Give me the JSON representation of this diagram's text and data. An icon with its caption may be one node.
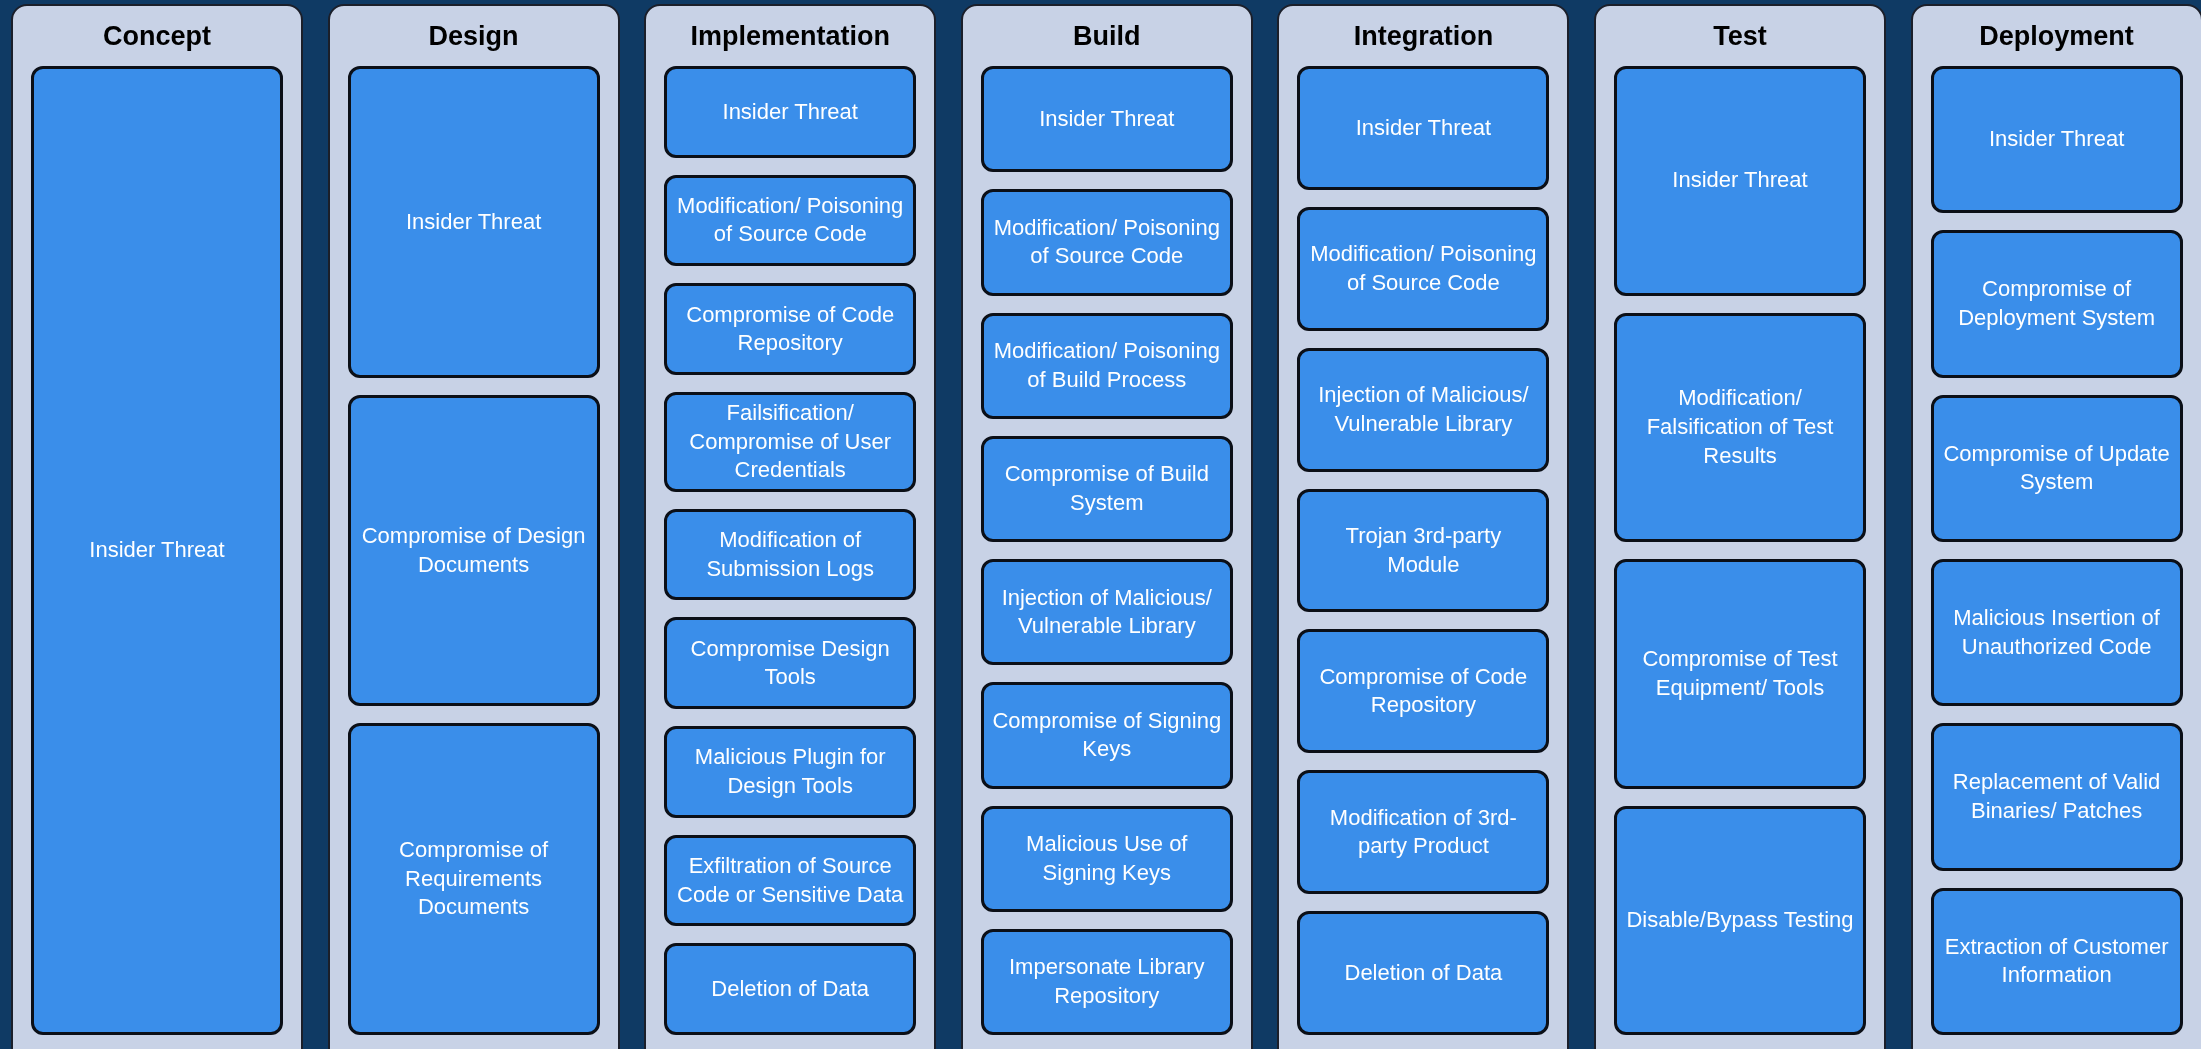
{
  "diagram": {
    "nodes": [
      {
        "text": [
          "Concept"
        ]
      },
      {
        "text": [
          "Insider Threat"
        ],
        "in": 0
      },
      {
        "text": [
          "Design"
        ]
      },
      {
        "text": [
          "Insider Threat"
        ],
        "in": 2
      },
      {
        "text": [
          "Compromise of Design Documents"
        ],
        "in": 2
      },
      {
        "text": [
          "Compromise of Requirements Documents"
        ],
        "in": 2
      },
      {
        "text": [
          "Implementation"
        ]
      },
      {
        "text": [
          "Insider Threat"
        ],
        "in": 6
      },
      {
        "text": [
          "Modification/ Poisoning of Source Code"
        ],
        "in": 6
      },
      {
        "text": [
          "Compromise of Code Repository"
        ],
        "in": 6
      },
      {
        "text": [
          "Failsification/ Compromise of User Credentials"
        ],
        "in": 6
      },
      {
        "text": [
          "Modification of Submission Logs"
        ],
        "in": 6
      },
      {
        "text": [
          "Compromise Design Tools"
        ],
        "in": 6
      },
      {
        "text": [
          "Malicious Plugin for Design Tools"
        ],
        "in": 6
      },
      {
        "text": [
          "Exfiltration of Source Code or Sensitive Data"
        ],
        "in": 6
      },
      {
        "text": [
          "Deletion of Data"
        ],
        "in": 6
      },
      {
        "text": [
          "Build"
        ]
      },
      {
        "text": [
          "Insider Threat"
        ],
        "in": 16
      },
      {
        "text": [
          "Modification/ Poisoning of Source Code"
        ],
        "in": 16
      },
      {
        "text": [
          "Modification/ Poisoning of Build Process"
        ],
        "in": 16
      },
      {
        "text": [
          "Compromise of Build System"
        ],
        "in": 16
      },
      {
        "text": [
          "Injection of Malicious/ Vulnerable Library"
        ],
        "in": 16
      },
      {
        "text": [
          "Compromise of Signing Keys"
        ],
        "in": 16
      },
      {
        "text": [
          "Malicious Use of Signing Keys"
        ],
        "in": 16
      },
      {
        "text": [
          "Impersonate Library Repository"
        ],
        "in": 16
      },
      {
        "text": [
          "Integration"
        ]
      },
      {
        "text": [
          "Insider Threat"
        ],
        "in": 25
      },
      {
        "text": [
          "Modification/ Poisoning of Source Code"
        ],
        "in": 25
      },
      {
        "text": [
          "Injection of Malicious/ Vulnerable Library"
        ],
        "in": 25
      },
      {
        "text": [
          "Trojan 3rd-party Module"
        ],
        "in": 25
      },
      {
        "text": [
          "Compromise of Code Repository"
        ],
        "in": 25
      },
      {
        "text": [
          "Modification of 3rd-party Product"
        ],
        "in": 25
      },
      {
        "text": [
          "Deletion of Data"
        ],
        "in": 25
      },
      {
        "text": [
          "Test"
        ]
      },
      {
        "text": [
          "Insider Threat"
        ],
        "in": 33
      },
      {
        "text": [
          "Modification/ Falsification of Test Results"
        ],
        "in": 33
      },
      {
        "text": [
          "Compromise of Test Equipment/ Tools"
        ],
        "in": 33
      },
      {
        "text": [
          "Disable/Bypass Testing"
        ],
        "in": 33
      },
      {
        "text": [
          "Deployment"
        ]
      },
      {
        "text": [
          "Insider Threat"
        ],
        "in": 38
      },
      {
        "text": [
          "Compromise of Deployment System"
        ],
        "in": 38
      },
      {
        "text": [
          "Compromise of Update System"
        ],
        "in": 38
      },
      {
        "text": [
          "Malicious Insertion of Unauthorized Code"
        ],
        "in": 38
      },
      {
        "text": [
          "Replacement of Valid Binaries/ Patches"
        ],
        "in": 38
      },
      {
        "text": [
          "Extraction of Customer Information"
        ],
        "in": 38
      }
    ],
    "edges": []
  }
}
